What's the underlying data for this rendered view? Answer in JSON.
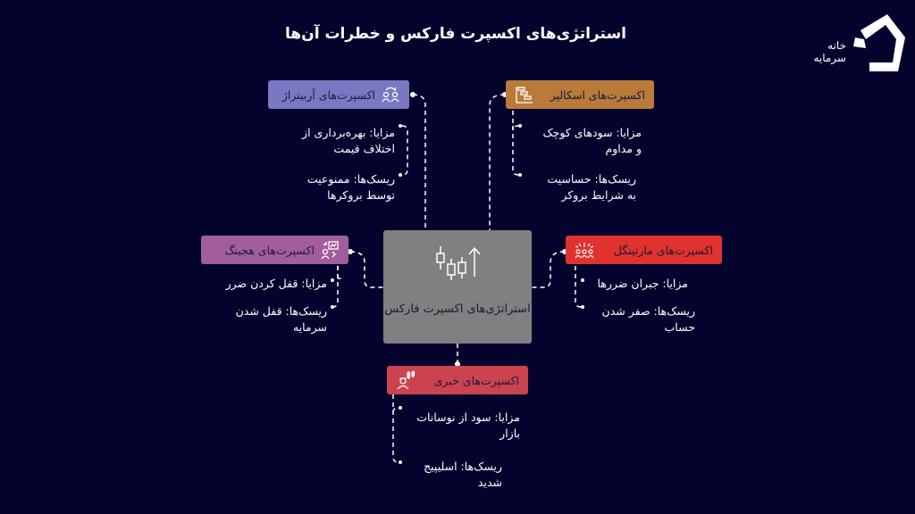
{
  "title": "استراتژی‌های اکسپرت فارکس و خطرات آن‌ها",
  "logo": {
    "line1": "خانه",
    "line2": "سرمایه",
    "icon": "house-logo-icon"
  },
  "center": {
    "label": "استراتژی‌های اکسپرت فارکس",
    "icon": "candlestick-chart-icon"
  },
  "colors": {
    "background": "#03032e",
    "arbitrage": "#7b78c3",
    "scalper": "#b97a3a",
    "hedging": "#a25e9c",
    "martingale": "#e0322e",
    "news": "#cc4350",
    "center": "#808080"
  },
  "strategies": {
    "arbitrage": {
      "label": "اکسپرت‌های آربیتراژ",
      "icon": "people-exchange-icon",
      "pros": "مزایا: بهره‌برداری از\nاختلاف قیمت",
      "risks": "ریسک‌ها: ممنوعیت\nتوسط بروکرها"
    },
    "scalper": {
      "label": "اکسپرت‌های اسکالپر",
      "icon": "gantt-chart-icon",
      "pros": "مزایا: سودهای کوچک\nو مداوم",
      "risks": "ریسک‌ها: حساسیت\nبه شرایط بروکر"
    },
    "hedging": {
      "label": "اکسپرت‌های هجینگ",
      "icon": "presenter-chart-icon",
      "pros": "مزایا: قفل کردن ضرر",
      "risks": "ریسک‌ها: قفل شدن\nسرمایه"
    },
    "martingale": {
      "label": "اکسپرت‌های مارتینگل",
      "icon": "team-celebration-icon",
      "pros": "مزایا: جبران ضررها",
      "risks": "ریسک‌ها: صفر شدن\nحساب"
    },
    "news": {
      "label": "اکسپرت‌های خبری",
      "icon": "person-candles-icon",
      "pros": "مزایا: سود از نوسانات\nبازار",
      "risks": "ریسک‌ها: اسلیپیج\nشدید"
    }
  }
}
